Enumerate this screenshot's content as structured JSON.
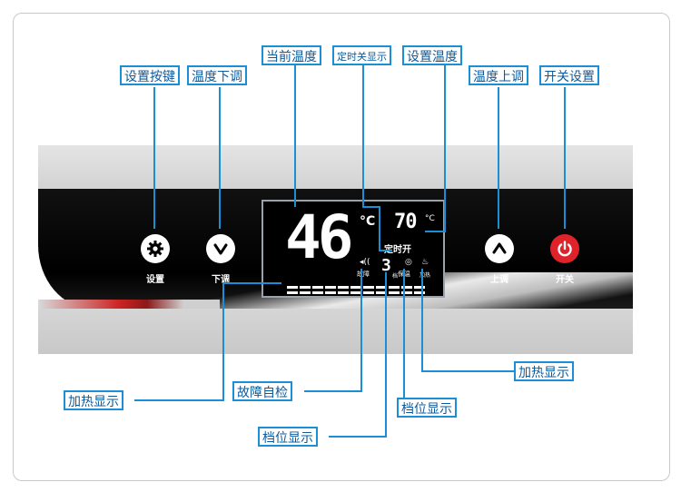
{
  "callouts": {
    "settings_key": "设置按键",
    "temp_down": "温度下调",
    "current_temp": "当前温度",
    "timer_off_display": "定时关显示",
    "set_temp": "设置温度",
    "temp_up": "温度上调",
    "power_setting": "开关设置",
    "heating_display_left": "加热显示",
    "fault_self_check": "故障自检",
    "level_display_bottom": "档位显示",
    "level_display_right": "档位显示",
    "heating_display_right": "加热显示"
  },
  "buttons": {
    "settings_label": "设置",
    "down_label": "下调",
    "up_label": "上调",
    "power_label": "开关"
  },
  "lcd": {
    "current_temp": "46",
    "current_unit": "°C",
    "set_temp": "70",
    "set_unit": "°C",
    "timer_text": "定时开",
    "fault_text": "故障",
    "level_value": "3",
    "level_text": "档",
    "keep_warm_text": "保温",
    "heating_text": "加热"
  },
  "colors": {
    "callout_border": "#1a8fd6",
    "callout_text": "#0c5a9e",
    "power_button": "#e0232a"
  }
}
